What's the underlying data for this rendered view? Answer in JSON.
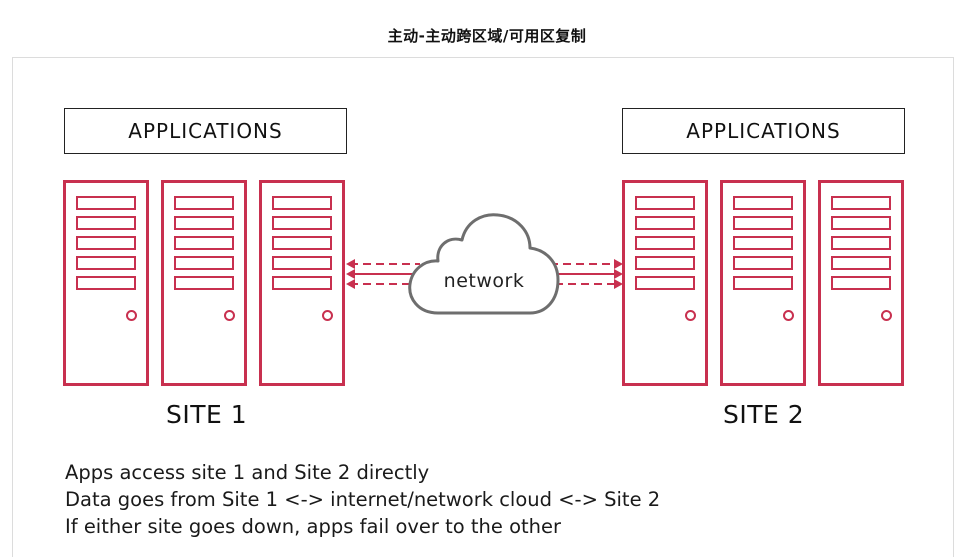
{
  "title": "主动-主动跨区域/可用区复制",
  "colors": {
    "server": "#c8304f",
    "cloud_stroke": "#6e6e6e",
    "text": "#111111",
    "frame": "#dcdcdc"
  },
  "sites": [
    {
      "applications_label": "APPLICATIONS",
      "site_label": "SITE 1",
      "servers": [
        {
          "icon": "server-icon"
        },
        {
          "icon": "server-icon"
        },
        {
          "icon": "server-icon"
        }
      ]
    },
    {
      "applications_label": "APPLICATIONS",
      "site_label": "SITE 2",
      "servers": [
        {
          "icon": "server-icon"
        },
        {
          "icon": "server-icon"
        },
        {
          "icon": "server-icon"
        }
      ]
    }
  ],
  "network": {
    "label": "network",
    "icon": "cloud-icon",
    "connections": [
      "dashed",
      "solid",
      "dashed"
    ]
  },
  "notes": [
    "Apps access site 1 and Site 2 directly",
    "Data goes from Site 1 <-> internet/network cloud <-> Site 2",
    "If either site goes down, apps fail over to the other"
  ]
}
